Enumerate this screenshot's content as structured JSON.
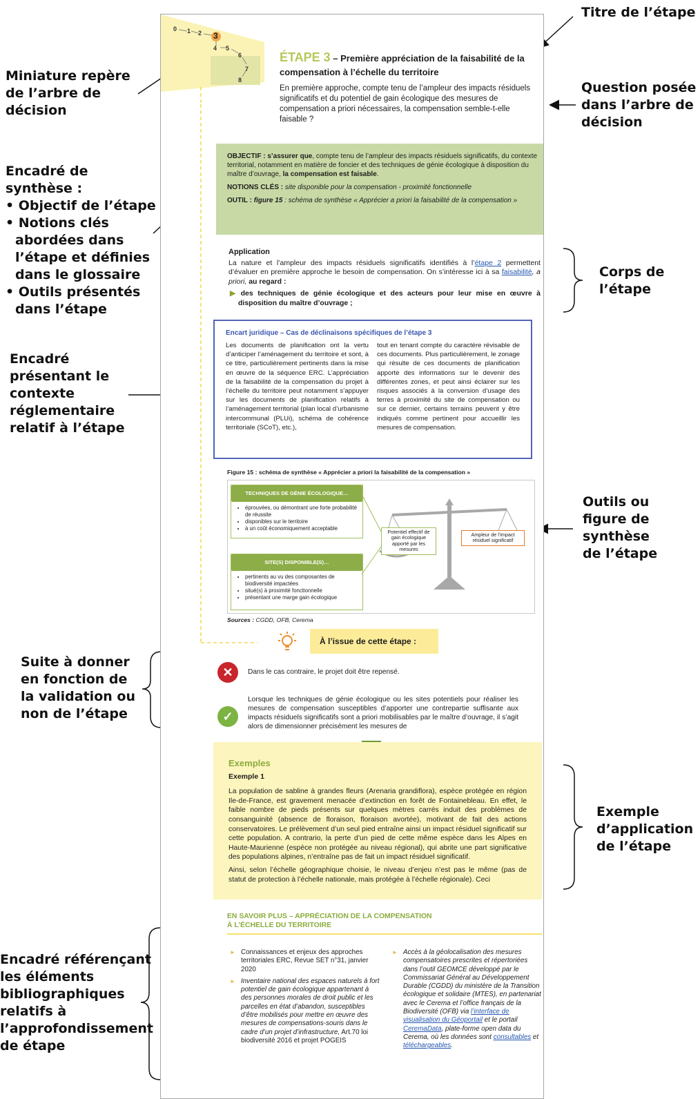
{
  "annotations": {
    "titre": "Titre de l’étape",
    "miniature": [
      "Miniature repère",
      "de l’arbre de",
      "décision"
    ],
    "question": [
      "Question posée",
      "dans l’arbre de",
      "décision"
    ],
    "encadre_synthese_title": "Encadré de synthèse :",
    "encadre_synthese_items": [
      "Objectif de l’étape",
      "Notions clés abordées dans l’étape et définies dans le glossaire",
      "Outils présentés dans l’étape"
    ],
    "corps": [
      "Corps de",
      "l’étape"
    ],
    "encadre_reglementaire": [
      "Encadré",
      "présentant le",
      "contexte",
      "réglementaire",
      "relatif à l’étape"
    ],
    "outils": [
      "Outils ou",
      "figure de",
      "synthèse",
      "de l’étape"
    ],
    "suite": [
      "Suite à donner",
      "en fonction de",
      "la validation ou",
      "non de l’étape"
    ],
    "exemple": [
      "Exemple",
      "d’application",
      "de l’étape"
    ],
    "biblio": [
      "Encadré référençant",
      "les éléments",
      "bibliographiques",
      "relatifs à",
      "l’approfondissement",
      "de étape"
    ]
  },
  "colors": {
    "green_box": "#c8d9a6",
    "legal_border": "#5263b7",
    "yellow": "#fcec9a",
    "example_bg": "#fdf5be",
    "red": "#c9252c",
    "green": "#7cb342"
  },
  "mini": [
    "0",
    "1",
    "2",
    "3",
    "4",
    "5",
    "6",
    "7",
    "8"
  ],
  "step": {
    "num": "ÉTAPE 3",
    "title": " – Première appréciation de la faisabilité de la compensation à l’échelle du territoire",
    "question": "En première approche, compte tenu de l’ampleur des impacts résiduels significatifs et du potentiel de gain écologique des mesures de compensation a priori nécessaires, la compensation semble-t-elle faisable ?"
  },
  "synthesis": {
    "obj_label": "OBJECTIF : s’assurer que",
    "obj_text": ", compte tenu de l’ampleur des impacts résiduels significatifs, du contexte territorial, notamment en matière de foncier et des techniques de génie écologique à disposition du maître d’ouvrage, ",
    "obj_end": "la compensation est faisable",
    "obj_dot": ".",
    "notions_label": "NOTIONS CLÉS : ",
    "notions": "site disponible pour la compensation - proximité fonctionnelle",
    "outil_label": "OUTIL : ",
    "outil_fig": "figure 15",
    "outil_text": " : schéma de synthèse « Apprécier a priori la faisabilité de la compensation »"
  },
  "application": {
    "heading": "Application",
    "t1": "La nature et l’ampleur des impacts résiduels significatifs identifiés à l’",
    "link1": "étape 2",
    "t2": " permettent d’évaluer en première approche le besoin de compensation. On s’intéresse ici à sa ",
    "link2": "faisabilité",
    "t3": ", a priori, ",
    "t4": "au regard :",
    "bullet": "des techniques de génie écologique et des acteurs pour leur mise en œuvre à disposition du maître d’ouvrage ;"
  },
  "legal": {
    "title": "Encart juridique – Cas de déclinaisons spécifiques de l’étape 3",
    "col1": "Les documents de planification ont la vertu d’anticiper l’aménagement du territoire et sont, à ce titre, particulièrement pertinents dans la mise en œuvre de la séquence ERC. L’appréciation de la faisabilité de la compensation du projet à l’échelle du territoire peut notamment s’appuyer sur les documents de planification relatifs à l’aménagement territorial (plan local d’urbanisme intercommunal (PLUi), schéma de cohérence territoriale (SCoT), etc.),",
    "col2": "tout en tenant compte du caractère révisable de ces documents. Plus particulièrement, le zonage qui résulte de ces documents de planification apporte des informations sur le devenir des différentes zones, et peut ainsi éclairer sur les risques associés à la conversion d’usage des terres à proximité du site de compensation ou sur ce dernier, certains terrains peuvent y être indiqués comme pertinent pour accueillir les mesures de compensation."
  },
  "figure": {
    "caption": "Figure 15 : schéma de synthèse « Apprécier a priori la faisabilité de la compensation »",
    "box1_title": "TECHNIQUES DE GÉNIE ÉCOLOGIQUE…",
    "box1_items": [
      "éprouvées, ou démontrant une forte probabilité de réussite",
      "disponibles sur le territoire",
      "à un coût économiquement acceptable"
    ],
    "box2_title": "SITE(S) DISPONIBLE(S)…",
    "box2_items": [
      "pertinents au vu des composantes de biodiversité impactées",
      "situé(s) à proximité fonctionnelle",
      "présentant une marge gain écologique"
    ],
    "left_pan": "Potentiel effectif de gain écologique apporté par les mesures",
    "right_pan": "Ampleur de l’impact résiduel significatif",
    "sources": "Sources : CGDD, OFB, Cerema"
  },
  "issue": {
    "label": "À l’issue de cette étape :",
    "no_icon": "✕",
    "yes_icon": "✓",
    "no": "Dans le cas contraire, le projet doit être repensé.",
    "yes": "Lorsque les techniques de génie écologique ou les sites potentiels pour réaliser les mesures de compensation susceptibles d’apporter une contrepartie suffisante aux impacts résiduels significatifs sont a priori mobilisables par le maître d’ouvrage, il s’agit alors de dimensionner précisément les mesures de"
  },
  "examples": {
    "heading": "Exemples",
    "sub": "Exemple 1",
    "p1": "La population de sabline à grandes fleurs (Arenaria grandiflora), espèce protégée en région Ile-de-France, est gravement menacée d’extinction en forêt de Fontainebleau. En effet, le faible nombre de pieds présents sur quelques mètres carrés induit des problèmes de consanguinité (absence de floraison, floraison avortée), motivant de fait des actions conservatoires. Le prélèvement d’un seul pied entraîne ainsi un impact résiduel significatif sur cette population. A contrario, la perte d’un pied de cette même espèce dans les Alpes en Haute-Maurienne (espèce non protégée au niveau régional), qui abrite une part significative des populations alpines, n’entraîne pas de fait un impact résiduel significatif.",
    "p2": "Ainsi, selon l’échelle géographique choisie, le niveau d’enjeu n’est pas le même (pas de statut de protection à l’échelle nationale, mais protégée à l’échelle régionale). Ceci"
  },
  "more": {
    "title1": "EN SAVOIR PLUS – APPRÉCIATION DE LA COMPENSATION",
    "title2": "À L’ÉCHELLE DU TERRITOIRE",
    "bullet": "►",
    "l1": "Connaissances et enjeux des approches territoriales ERC, Revue SET n°31, janvier 2020",
    "l2a": "Inventaire national des espaces naturels à fort potentiel de gain écologique appartenant à des personnes morales de droit public et les parcelles en état d’abandon, susceptibles d’être mobilisés pour mettre en œuvre des mesures de compensations-souris dans le cadre d’un projet d’infrastructure,",
    "l2b": " Art.70 loi biodiversité 2016 et projet POGEIS",
    "r1": "Accès à la géolocalisation des mesures compensatoires prescrites et répertoriées dans l’outil GEOMCE développé par le Commissariat Général au Développement Durable (CGDD) du ministère de la Transition écologique et solidaire (MTES), en partenariat avec le Cerema et l’office français de la Biodiversité (OFB) via ",
    "r1_link": "l’interface de visualisation du Géoportail",
    "r2": " et le portail ",
    "r2_link": "CeremaData",
    "r3": ", plate-forme open data du Cerema, où les données sont ",
    "r3_link": "consultables",
    "r4": " et ",
    "r4_link": "téléchargeables",
    "r5": "."
  }
}
